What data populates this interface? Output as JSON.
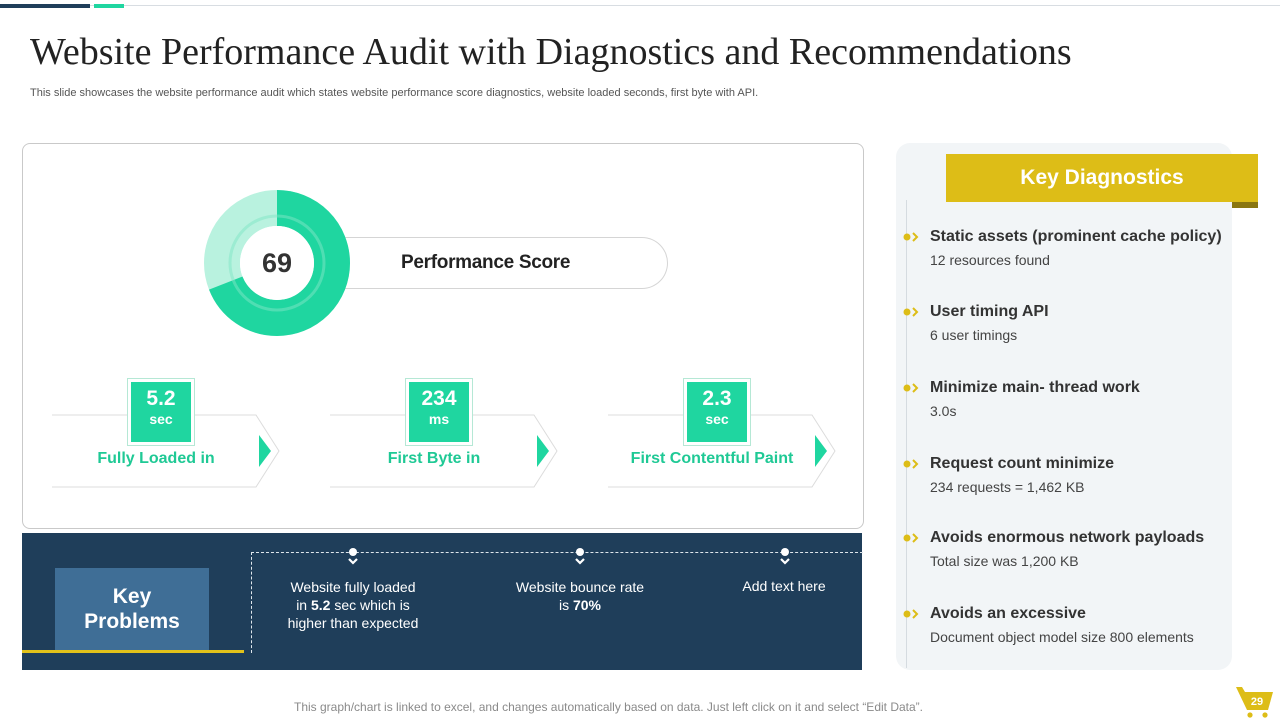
{
  "slide": {
    "title": "Website Performance Audit with Diagnostics and Recommendations",
    "subtitle": "This slide showcases the website performance audit which states website performance score diagnostics, website loaded seconds, first byte with API.",
    "footer_note": "This graph/chart is linked to excel, and changes automatically based on data. Just left click on it and select “Edit Data”.",
    "page_number": "29"
  },
  "colors": {
    "accent_green": "#1fd6a0",
    "navy": "#1f3e5a",
    "gold": "#ddbd17",
    "blue_box": "#3f6e96"
  },
  "performance": {
    "score": "69",
    "score_fraction": 0.69,
    "label": "Performance Score"
  },
  "metrics": [
    {
      "value": "5.2",
      "unit": "sec",
      "label": "Fully Loaded in"
    },
    {
      "value": "234",
      "unit": "ms",
      "label": "First Byte in"
    },
    {
      "value": "2.3",
      "unit": "sec",
      "label": "First Contentful Paint"
    }
  ],
  "problems": {
    "heading_line1": "Key",
    "heading_line2": "Problems",
    "items": [
      {
        "pre": "Website fully loaded",
        "line2_a": "in ",
        "bold": "5.2",
        "line2_b": " sec which is",
        "line3": "higher than expected"
      },
      {
        "pre": "Website bounce rate",
        "line2_a": "is ",
        "bold": "70%",
        "line2_b": "",
        "line3": ""
      },
      {
        "pre": "Add text here",
        "line2_a": "",
        "bold": "",
        "line2_b": "",
        "line3": ""
      }
    ]
  },
  "diagnostics": {
    "heading": "Key Diagnostics",
    "items": [
      {
        "title": "Static assets (prominent cache policy)",
        "detail": "12 resources found"
      },
      {
        "title": "User timing API",
        "detail": "6 user timings"
      },
      {
        "title": "Minimize main- thread work",
        "detail": "3.0s"
      },
      {
        "title": "Request count minimize",
        "detail": "234 requests = 1,462 KB"
      },
      {
        "title": "Avoids enormous network payloads",
        "detail": "Total size was 1,200 KB"
      },
      {
        "title": "Avoids an excessive",
        "detail": "Document object model size 800 elements"
      }
    ]
  }
}
